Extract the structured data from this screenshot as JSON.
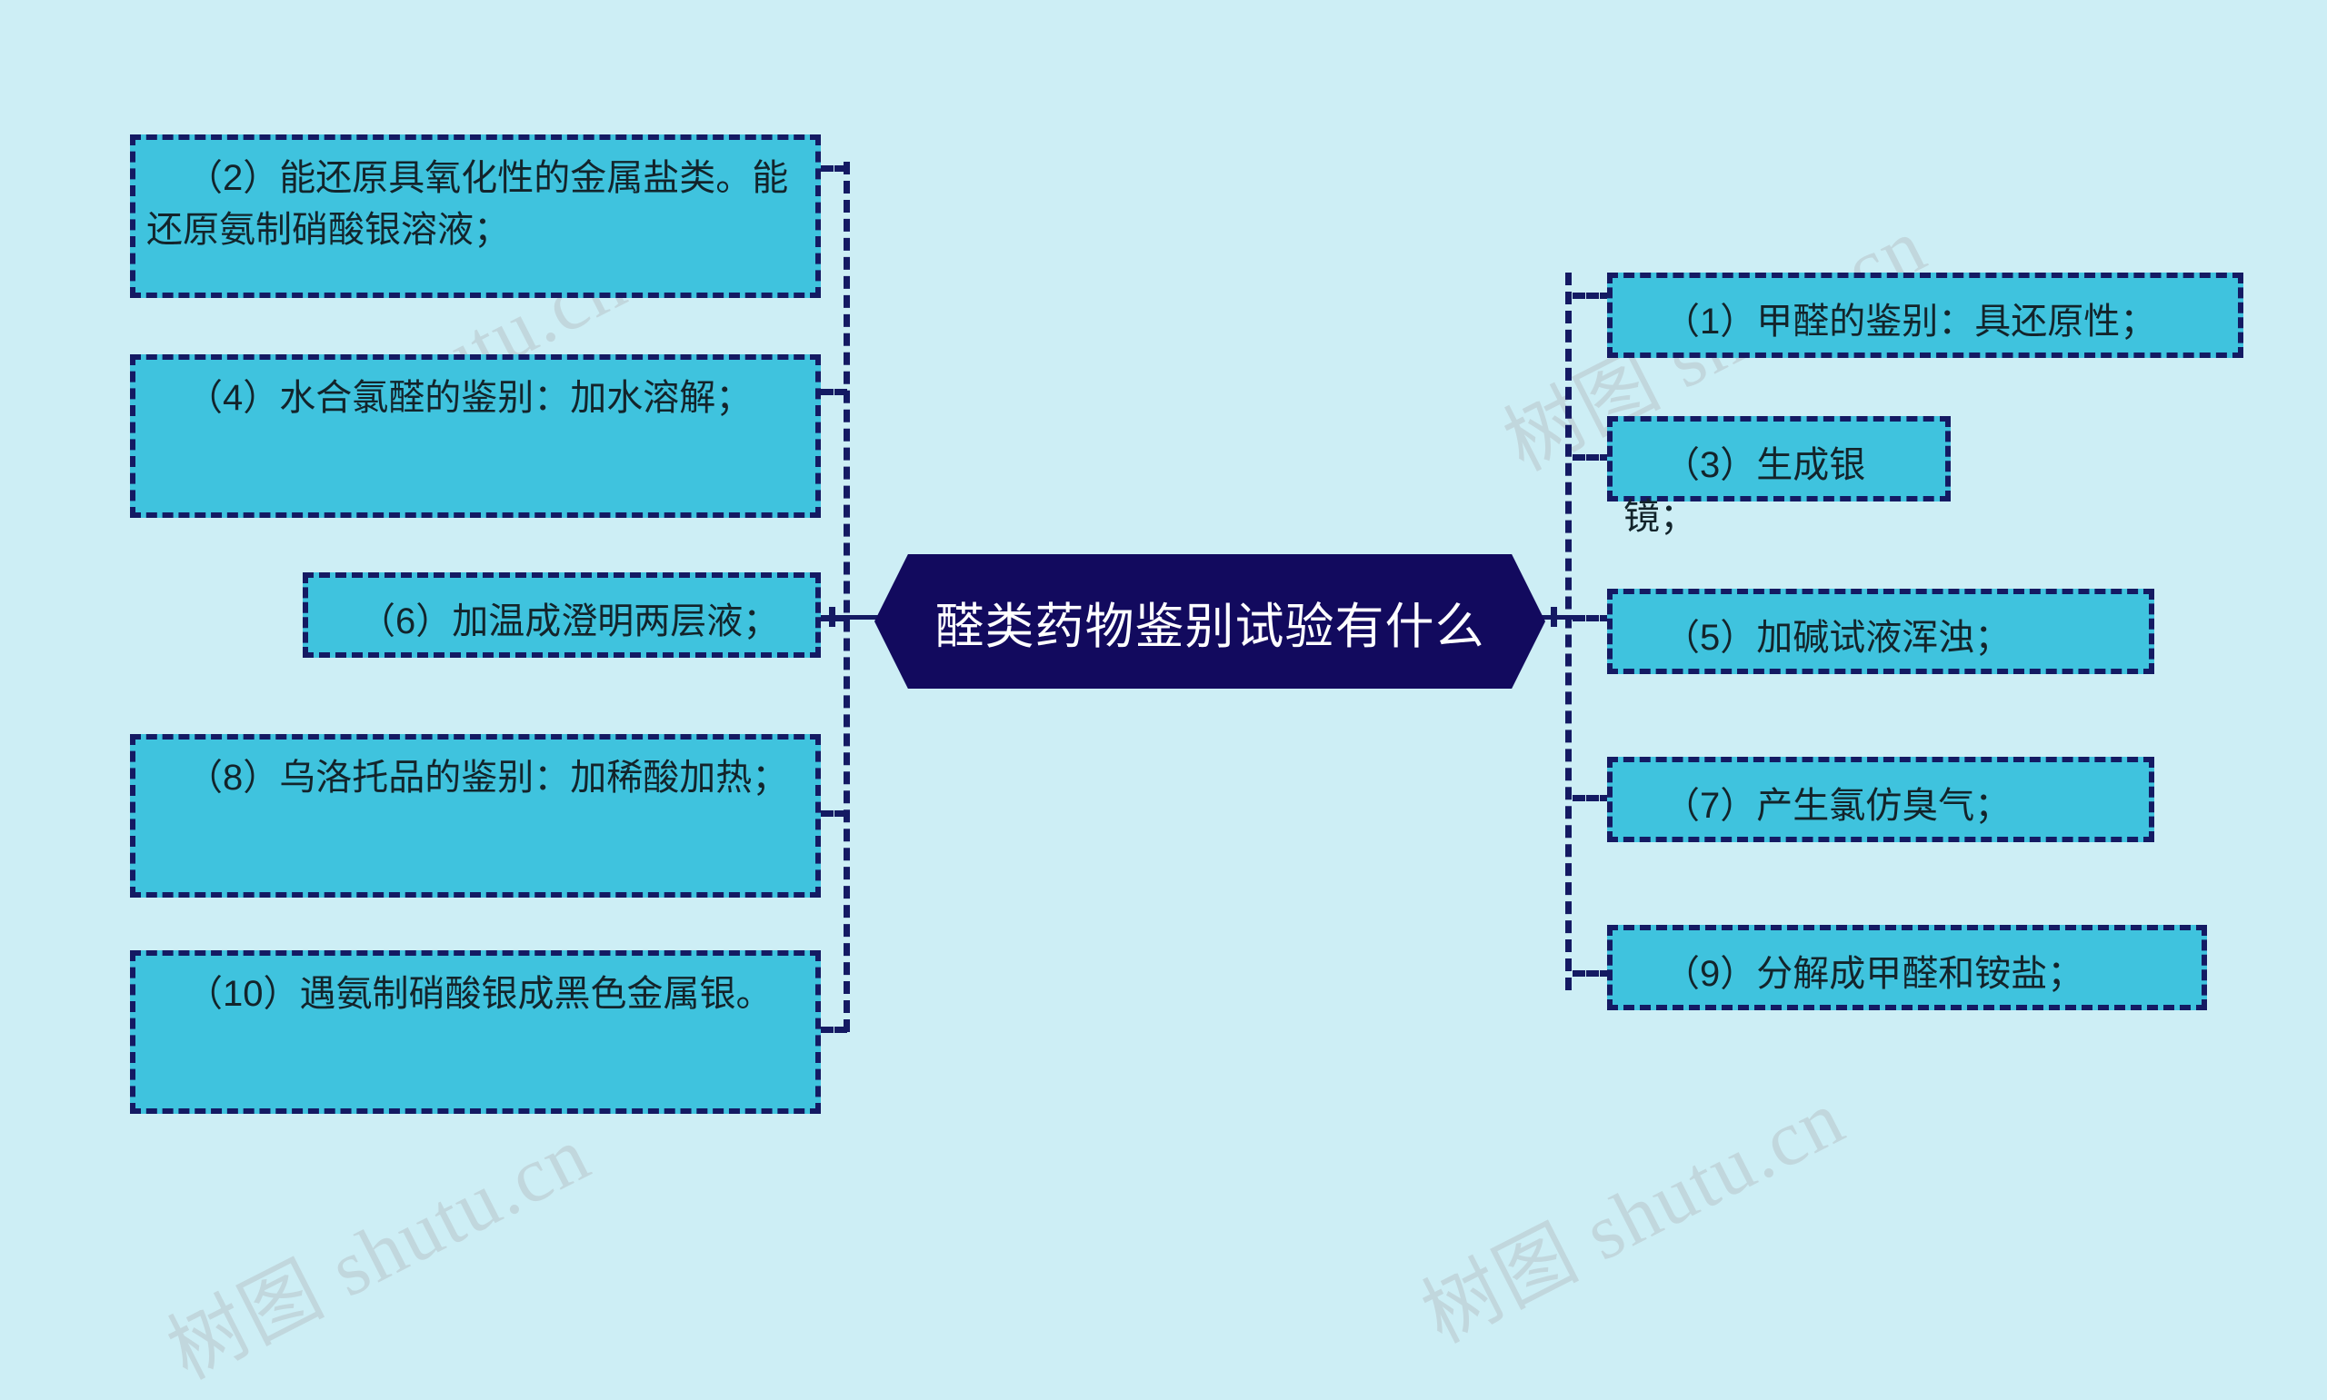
{
  "meta": {
    "background_color": "#cdeef5",
    "node_fill": "#3fc3de",
    "node_border": "#141a63",
    "center_fill": "#120a5e",
    "center_text_color": "#ffffff",
    "watermark_color": "#b9c6cb"
  },
  "center": {
    "label": "醛类药物鉴别试验有什么"
  },
  "watermark": {
    "text": "树图 shutu.cn"
  },
  "left_branch": [
    {
      "id": "item-2",
      "label": "（2）能还原具氧化性的金属盐类。能还原氨制硝酸银溶液；"
    },
    {
      "id": "item-4",
      "label": "（4）水合氯醛的鉴别：加水溶解；"
    },
    {
      "id": "item-6",
      "label": "（6）加温成澄明两层液；"
    },
    {
      "id": "item-8",
      "label": "（8）乌洛托品的鉴别：加稀酸加热；"
    },
    {
      "id": "item-10",
      "label": "（10）遇氨制硝酸银成黑色金属银。"
    }
  ],
  "right_branch": [
    {
      "id": "item-1",
      "label": "（1）甲醛的鉴别：具还原性；"
    },
    {
      "id": "item-3",
      "label": "（3）生成银镜；"
    },
    {
      "id": "item-5",
      "label": "（5）加碱试液浑浊；"
    },
    {
      "id": "item-7",
      "label": "（7）产生氯仿臭气；"
    },
    {
      "id": "item-9",
      "label": "（9）分解成甲醛和铵盐；"
    }
  ]
}
